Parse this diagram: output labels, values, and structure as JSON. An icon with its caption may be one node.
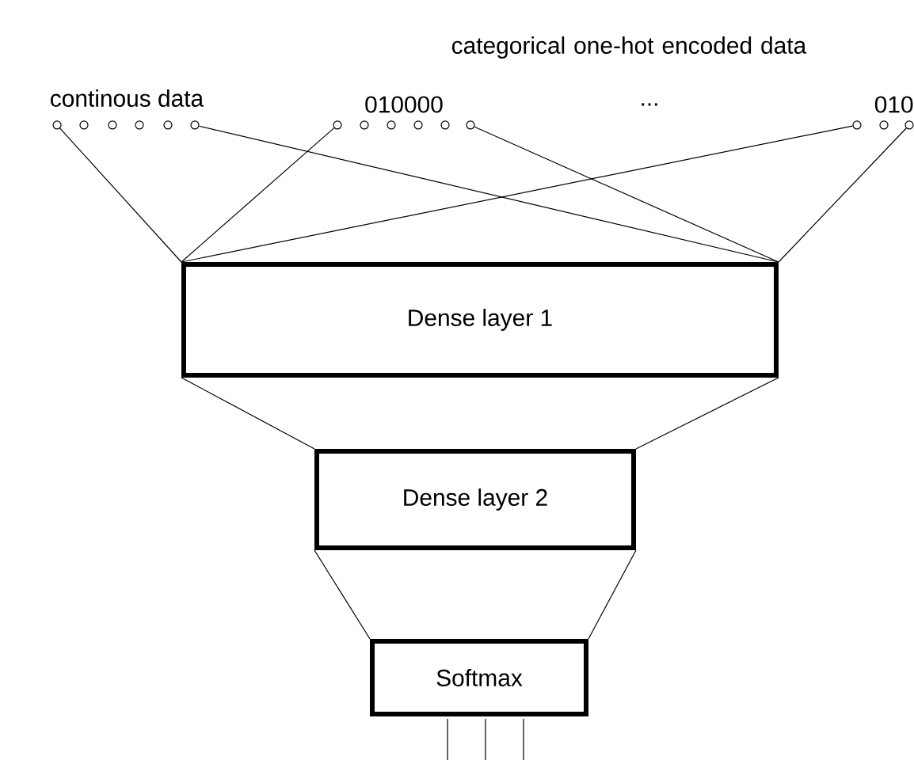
{
  "diagram": {
    "nodes": [
      {
        "text": [],
        "shape": "circle"
      },
      {
        "text": [],
        "shape": "circle"
      },
      {
        "text": [],
        "shape": "circle"
      },
      {
        "text": [],
        "shape": "circle"
      },
      {
        "text": [],
        "shape": "circle"
      },
      {
        "text": [],
        "shape": "circle"
      },
      {
        "text": [],
        "shape": "circle"
      },
      {
        "text": [],
        "shape": "circle"
      },
      {
        "text": [],
        "shape": "circle"
      },
      {
        "text": [],
        "shape": "circle"
      },
      {
        "text": [],
        "shape": "circle"
      },
      {
        "text": [],
        "shape": "circle"
      },
      {
        "text": [],
        "shape": "circle"
      },
      {
        "text": [],
        "shape": "circle"
      },
      {
        "text": [],
        "shape": "circle"
      },
      {
        "text": [
          "Dense layer 1"
        ]
      },
      {
        "text": [
          "Dense layer 2"
        ]
      },
      {
        "text": [
          "Softmax"
        ]
      }
    ],
    "edges": [
      {
        "from": 0,
        "to": 15,
        "arrow": "none"
      },
      {
        "from": 5,
        "to": 15,
        "arrow": "none"
      },
      {
        "from": 6,
        "to": 15,
        "arrow": "none"
      },
      {
        "from": 11,
        "to": 15,
        "arrow": "none"
      },
      {
        "from": 12,
        "to": 15,
        "arrow": "none"
      },
      {
        "from": 14,
        "to": 15,
        "arrow": "none"
      },
      {
        "from": 15,
        "to": 16,
        "arrow": "none"
      },
      {
        "from": 15,
        "to": 16,
        "arrow": "none"
      },
      {
        "from": 16,
        "to": 17,
        "arrow": "none"
      },
      {
        "from": 16,
        "to": 17,
        "arrow": "none"
      },
      {
        "from": 17,
        "to": null,
        "arrow": "none"
      },
      {
        "from": 17,
        "to": null,
        "arrow": "none"
      },
      {
        "from": 17,
        "to": null,
        "arrow": "none"
      }
    ],
    "labels": [
      "categorical one-hot encoded data",
      "continous data",
      "010000",
      "...",
      "010"
    ]
  }
}
